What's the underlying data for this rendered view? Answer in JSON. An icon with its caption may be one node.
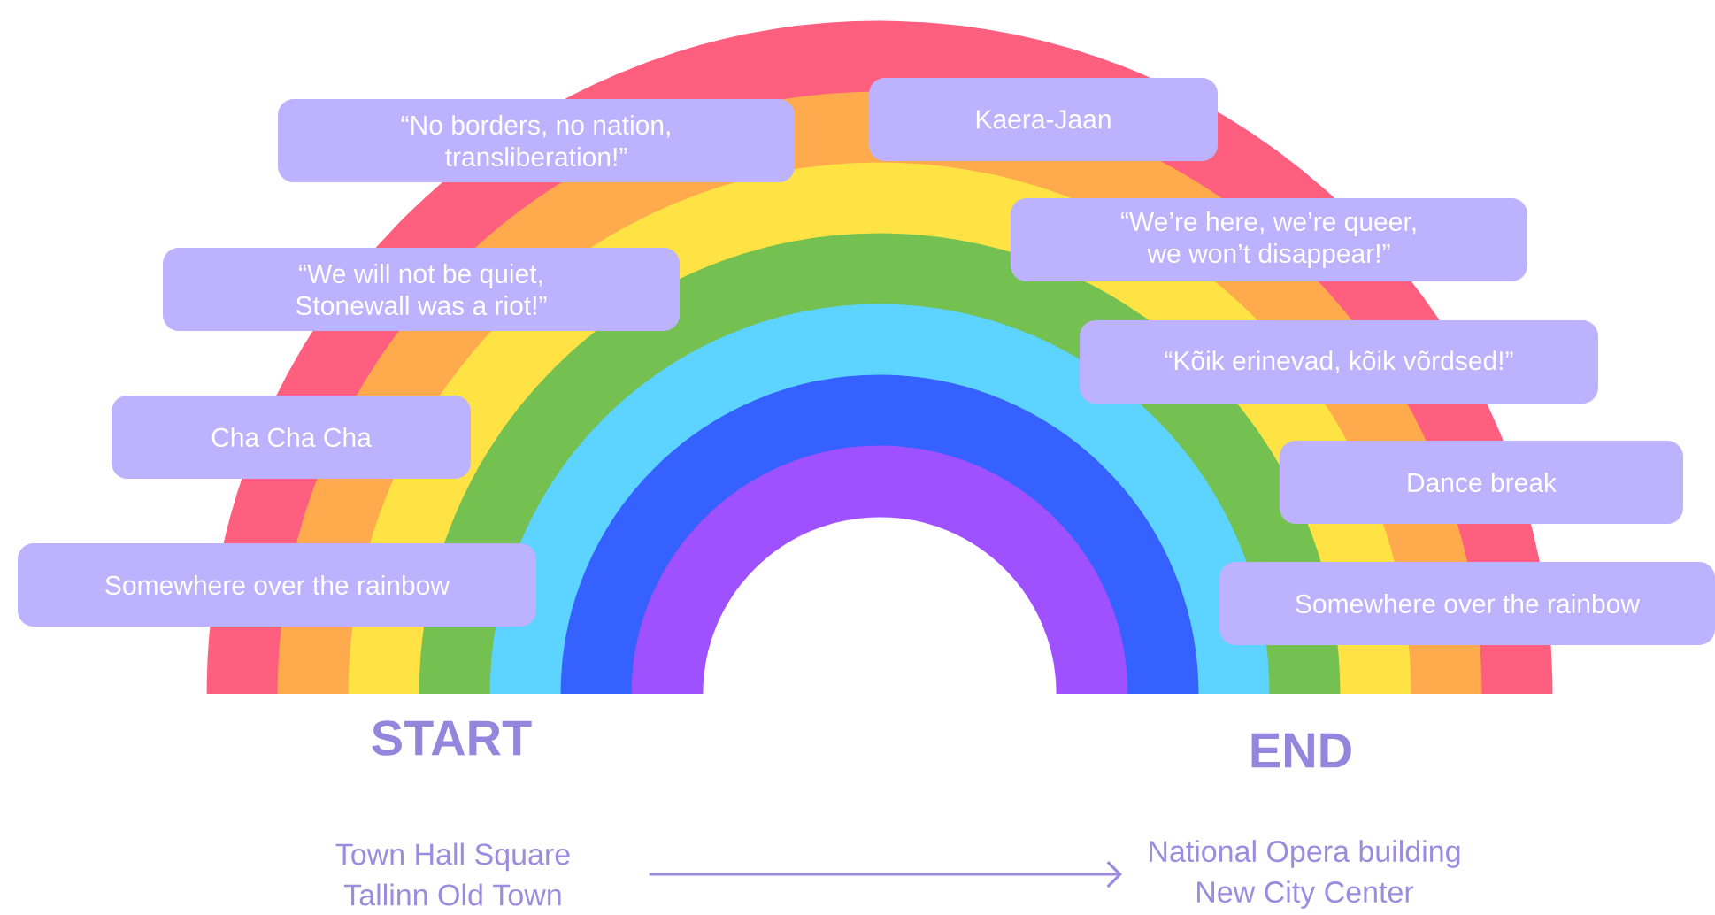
{
  "diagram": {
    "nodes": [
      {
        "text": [
          "Kaera-Jaan"
        ]
      },
      {
        "text": [
          "“No borders, no nation, transliberation!”"
        ]
      },
      {
        "text": [
          "“We’re here, we’re queer, we won’t disappear!”"
        ]
      },
      {
        "text": [
          "“We will not be quiet, Stonewall was a riot!”"
        ]
      },
      {
        "text": [
          "“Kõik erinevad, kõik võrdsed!”"
        ]
      },
      {
        "text": [
          "Cha Cha Cha"
        ]
      },
      {
        "text": [
          "Dance break"
        ]
      },
      {
        "text": [
          "Somewhere over the rainbow"
        ]
      },
      {
        "text": [
          "Somewhere over the rainbow"
        ]
      },
      {
        "text": [
          "Town Hall Square",
          "Tallinn Old Town"
        ]
      },
      {
        "text": [
          "National Opera building",
          "New City Center"
        ]
      }
    ],
    "edges": [
      {
        "from": 9,
        "to": 10,
        "arrow": "to"
      }
    ],
    "labels": [
      "START",
      "END"
    ]
  }
}
